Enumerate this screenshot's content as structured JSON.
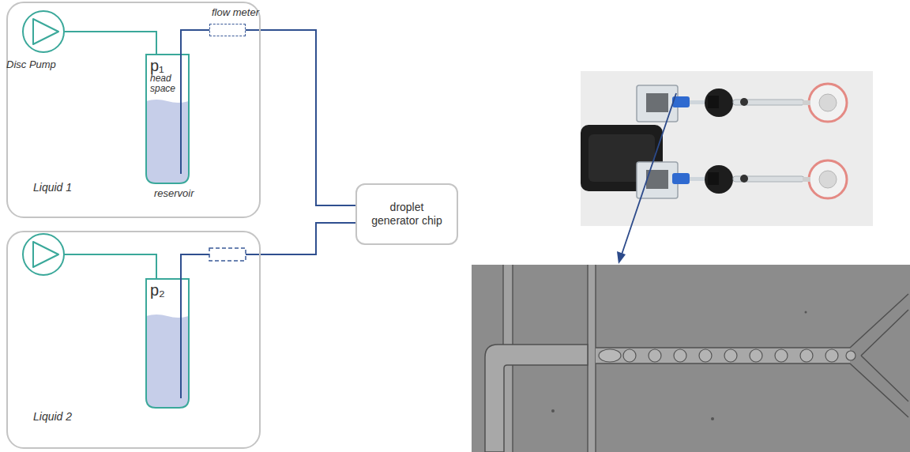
{
  "diagram": {
    "nodes": [
      {
        "text": [
          "Liquid 1"
        ]
      },
      {
        "text": [
          "p₁",
          "head space",
          "reservoir"
        ],
        "in": 0
      },
      {
        "text": [
          "flow meter"
        ],
        "in": 0
      },
      {
        "text": [
          "Disc Pump"
        ],
        "in": 0
      },
      {
        "text": [
          "Liquid 2"
        ]
      },
      {
        "text": [
          "p₂"
        ],
        "in": 4
      },
      {
        "text": [
          "droplet generator chip"
        ]
      }
    ],
    "edges": [
      {
        "from": 3,
        "to": 1,
        "arrow": "none"
      },
      {
        "from": 1,
        "to": 2,
        "arrow": "none"
      },
      {
        "from": 2,
        "to": 6,
        "arrow": "none"
      },
      {
        "from": 5,
        "to": 6,
        "arrow": "none"
      }
    ]
  }
}
